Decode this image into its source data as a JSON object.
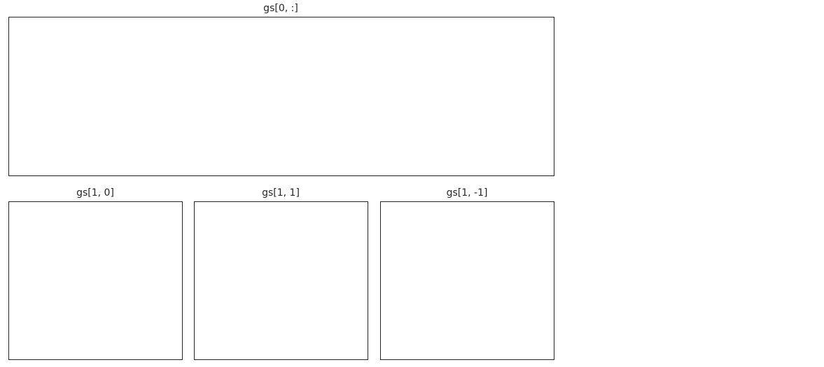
{
  "figure": {
    "panels": [
      {
        "title": "gs[0, :]"
      },
      {
        "title": "gs[1, 0]"
      },
      {
        "title": "gs[1, 1]"
      },
      {
        "title": "gs[1, -1]"
      }
    ]
  }
}
